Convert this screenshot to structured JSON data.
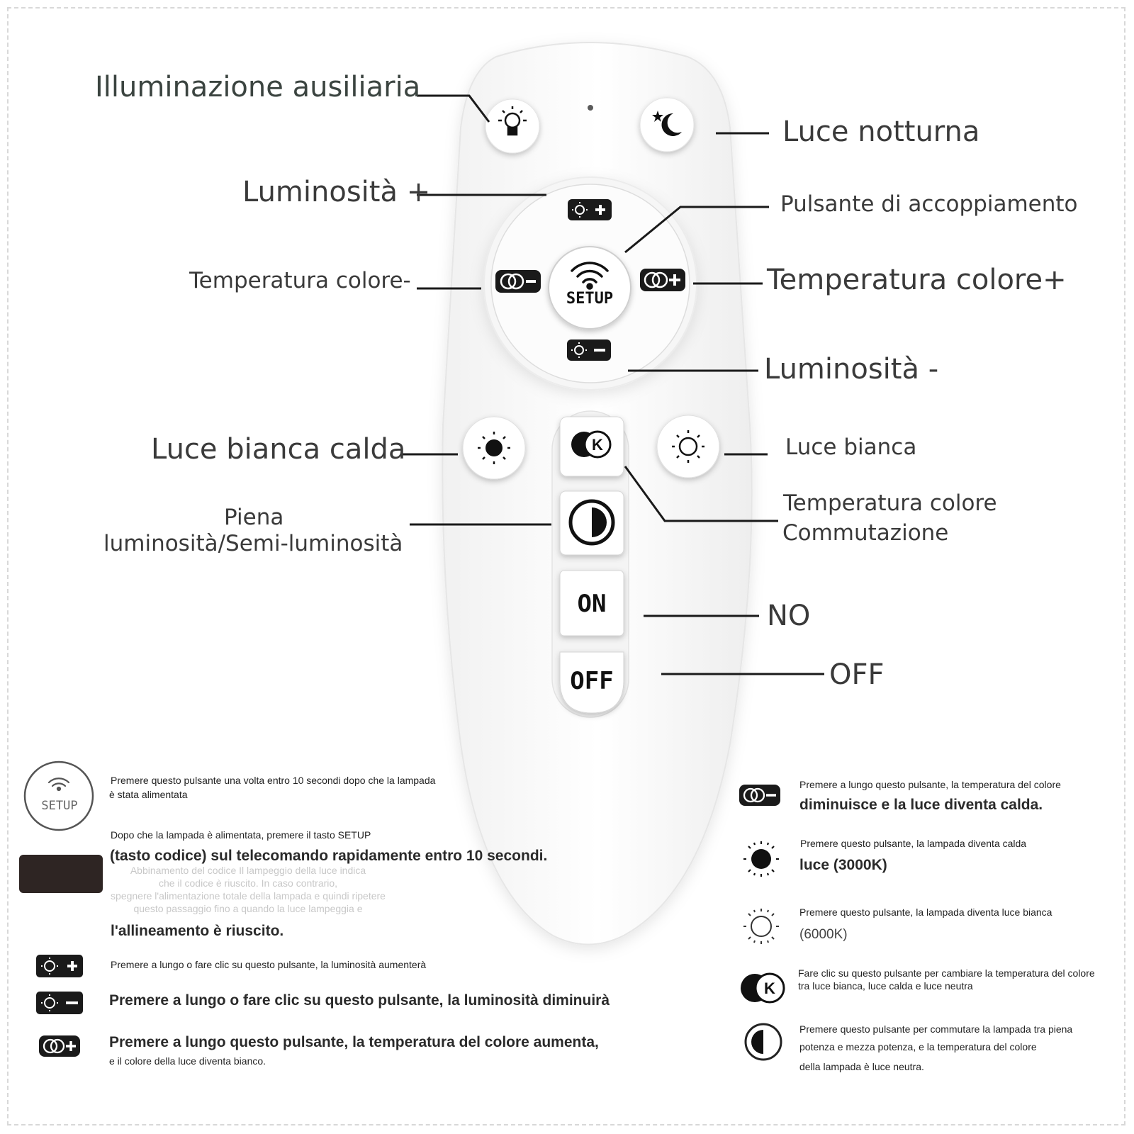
{
  "labels": {
    "aux": "Illuminazione ausiliaria",
    "night": "Luce notturna",
    "bright_plus": "Luminosità +",
    "pairing": "Pulsante di accoppiamento",
    "temp_minus": "Temperatura colore-",
    "temp_plus": "Temperatura colore+",
    "bright_minus": "Luminosità -",
    "warm": "Luce bianca calda",
    "white": "Luce bianca",
    "temp_switch_1": "Temperatura colore",
    "temp_switch_2": "Commutazione",
    "full_1": "Piena",
    "full_2": "luminosità/Semi-luminosità",
    "on": "NO",
    "off": "OFF"
  },
  "remote": {
    "setup": "SETUP",
    "on": "ON",
    "off": "OFF",
    "k": "K"
  },
  "legend_left": {
    "setup_1": "Premere questo pulsante una volta entro 10 secondi dopo che la lampada",
    "setup_2": "è stata alimentata",
    "code_1": "Dopo che la lampada è alimentata, premere il tasto SETUP",
    "code_2": "(tasto codice) sul telecomando rapidamente entro 10 secondi.",
    "faint_1": "Abbinamento del codice Il lampeggio della luce indica",
    "faint_2": "che il codice è riuscito. In caso contrario,",
    "faint_3": "spegnere l'alimentazione totale della lampada e quindi ripetere",
    "faint_4": "questo passaggio fino a quando la luce lampeggia e",
    "code_3": "l'allineamento è riuscito.",
    "bplus": "Premere a lungo o fare clic su questo pulsante, la luminosità aumenterà",
    "bminus": "Premere a lungo o fare clic su questo pulsante, la luminosità diminuirà",
    "tplus_1": "Premere a lungo questo pulsante, la temperatura del colore aumenta,",
    "tplus_2": "e il colore della luce diventa bianco."
  },
  "legend_right": {
    "tminus_1": "Premere a lungo questo pulsante, la temperatura del colore",
    "tminus_2": "diminuisce e la luce diventa calda.",
    "warm_1": "Premere questo pulsante, la lampada diventa calda",
    "warm_2": "luce (3000K)",
    "white_1": "Premere questo pulsante, la lampada diventa luce bianca",
    "white_2": "(6000K)",
    "k_1": "Fare clic su questo pulsante per cambiare la temperatura del colore",
    "k_2": "tra luce bianca, luce calda e luce neutra",
    "half_1": "Premere questo pulsante per commutare la lampada tra piena",
    "half_2": "potenza e mezza potenza, e la temperatura del colore",
    "half_3": "della lampada è luce neutra."
  }
}
